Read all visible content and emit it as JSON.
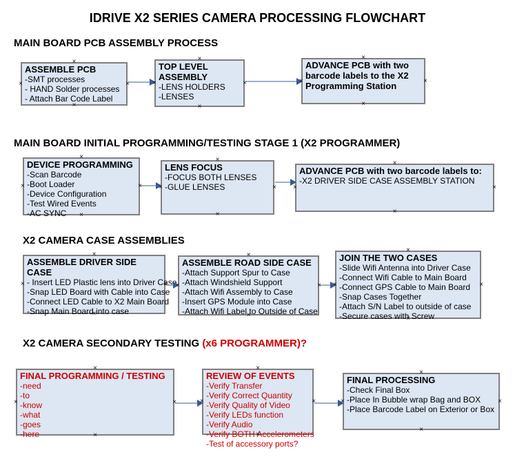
{
  "title": "IDRIVE X2  SERIES CAMERA PROCESSING FLOWCHART",
  "colors": {
    "box_fill": "#dde6f3",
    "box_border": "#7f7f7f",
    "arrow_line": "#9bb0cd",
    "arrow_head": "#35599c",
    "red_text": "#cc0000"
  },
  "marker_glyph": "×",
  "sections": [
    {
      "header": "MAIN BOARD PCB ASSEMBLY PROCESS",
      "boxes": [
        {
          "title": "ASSEMBLE PCB",
          "items": [
            "-SMT processes",
            "- HAND Solder processes",
            "- Attach Bar Code Label"
          ]
        },
        {
          "title": "TOP LEVEL ASSEMBLY",
          "items": [
            "-LENS HOLDERS",
            "-LENSES"
          ]
        },
        {
          "title": "ADVANCE PCB with two barcode labels to the X2 Programming Station",
          "items": []
        }
      ]
    },
    {
      "header": "MAIN BOARD INITIAL PROGRAMMING/TESTING STAGE 1 (X2 PROGRAMMER)",
      "boxes": [
        {
          "title": "DEVICE PROGRAMMING",
          "items": [
            "-Scan Barcode",
            "-Boot Loader",
            "-Device Configuration",
            "-Test Wired Events",
            "-AC SYNC"
          ]
        },
        {
          "title": "LENS FOCUS",
          "items": [
            "-FOCUS BOTH LENSES",
            "-GLUE LENSES"
          ]
        },
        {
          "title": "ADVANCE PCB with two barcode labels to:",
          "items": [
            "-X2 DRIVER  SIDE  CASE  ASSEMBLY STATION"
          ]
        }
      ]
    },
    {
      "header": "X2 CAMERA CASE ASSEMBLIES",
      "boxes": [
        {
          "title": "ASSEMBLE DRIVER SIDE CASE",
          "items": [
            "- Insert LED Plastic lens into Driver Case",
            "-Snap LED Board with Cable into Case",
            "-Connect LED Cable to X2 Main Board",
            "-Snap Main Board into case"
          ]
        },
        {
          "title": "ASSEMBLE ROAD SIDE CASE",
          "items": [
            "-Attach Support Spur to Case",
            "-Attach Windshield Support",
            "-Attach Wifi Assembly to Case",
            "-Insert GPS Module into Case",
            "-Attach Wifi Label to Outside of Case"
          ]
        },
        {
          "title": "JOIN THE TWO CASES",
          "items": [
            "-Slide Wifi Antenna into Driver Case",
            "-Connect Wifi Cable to Main Board",
            "-Connect GPS Cable to Main Board",
            "-Snap Cases Together",
            "-Attach S/N Label to outside of case",
            "-Secure cases with Screw"
          ]
        }
      ]
    },
    {
      "header": "X2 CAMERA SECONDARY TESTING ",
      "header_red": " (x6 PROGRAMMER)?",
      "boxes": [
        {
          "title": "FINAL PROGRAMMING / TESTING",
          "items": [
            "-need",
            "-to",
            "-know",
            "-what",
            "-goes",
            "-here"
          ]
        },
        {
          "title": "REVIEW OF EVENTS",
          "items": [
            "-Verify Transfer",
            "-Verify Correct Quantity",
            "-Verify Quality of Video",
            "-Verify LEDs function",
            "-Verify Audio",
            "-Verify BOTH Accelerometers",
            "-Test of accessory ports?"
          ]
        },
        {
          "title": "FINAL PROCESSING",
          "items": [
            " -Check Final Box",
            "-Place In Bubble wrap Bag and BOX",
            "-Place Barcode Label on Exterior or Box"
          ]
        }
      ]
    }
  ]
}
